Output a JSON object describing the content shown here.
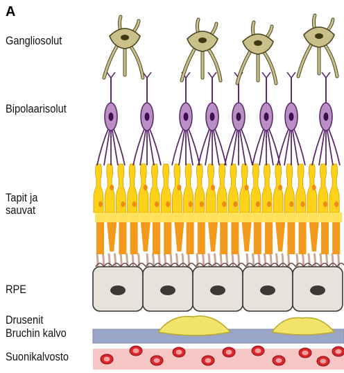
{
  "panel_label": "A",
  "labels": {
    "ganglion": "Gangliosolut",
    "bipolar": "Bipolaarisolut",
    "photoreceptors": "Tapit ja\nsauvat",
    "rpe": "RPE",
    "drusen": "Drusenit",
    "bruch": "Bruchin kalvo",
    "choroid": "Suonikalvosto"
  },
  "colors": {
    "ganglion_fill": "#c9c08a",
    "ganglion_stroke": "#4a4520",
    "bipolar_fill": "#b98fc4",
    "bipolar_stroke": "#5a2a6e",
    "photoreceptor_yellow": "#ffd21a",
    "photoreceptor_orange": "#f39a1c",
    "rpe_fill": "#e6e2dc",
    "rpe_villi": "#c9a89a",
    "drusen_fill": "#f2e36a",
    "bruch_fill": "#9aa6c8",
    "choroid_fill": "#f6c6c4",
    "vessel_fill": "#d8262b"
  }
}
